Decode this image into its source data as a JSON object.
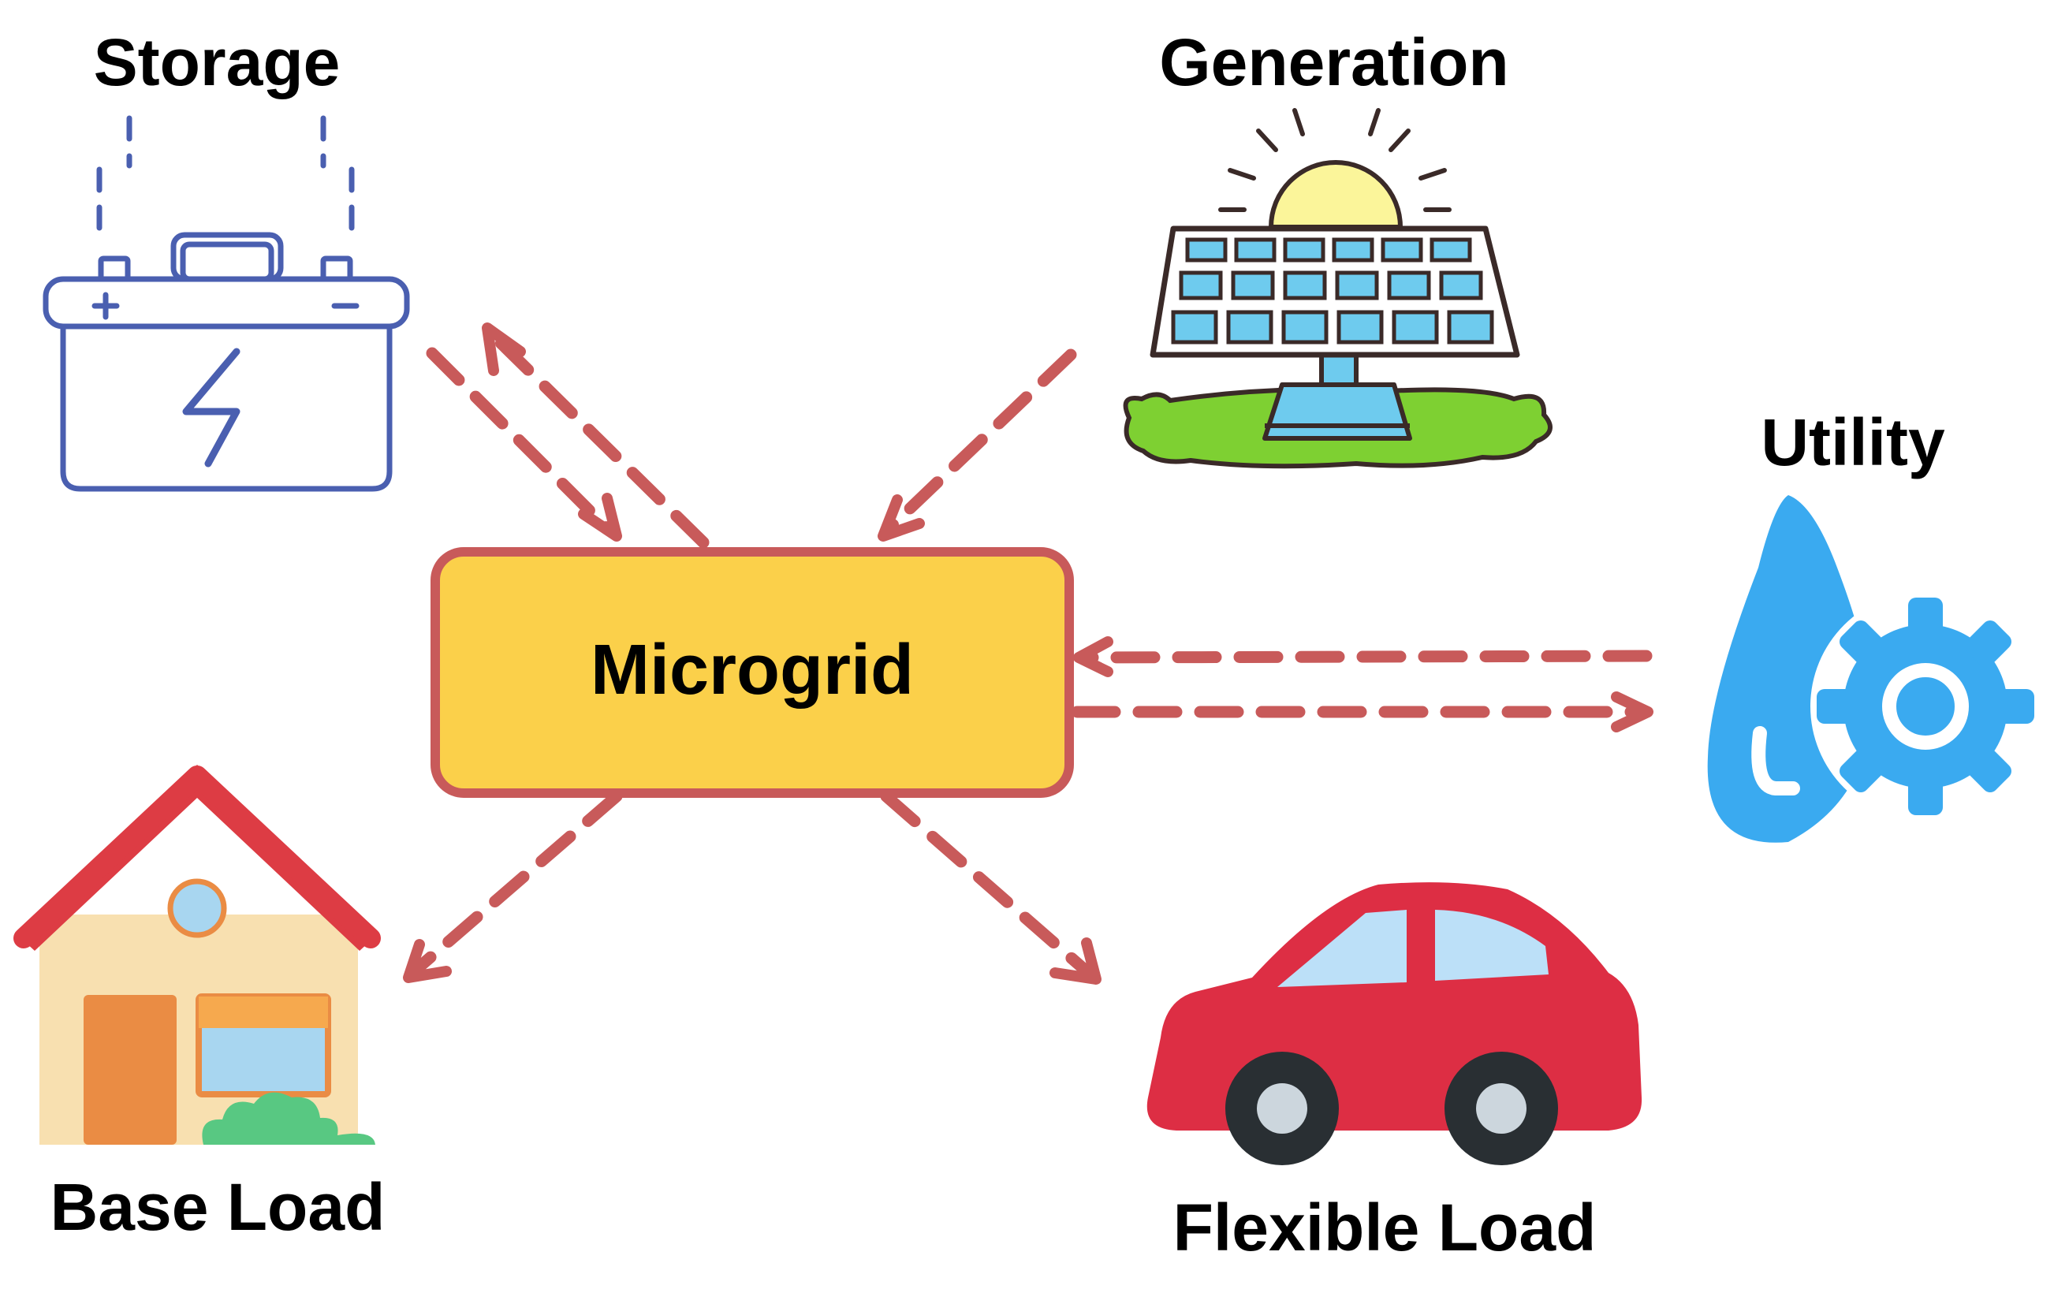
{
  "hub": {
    "label": "Microgrid",
    "fill": "#fbd04a",
    "stroke": "#c85a5a"
  },
  "nodes": {
    "storage": {
      "label": "Storage",
      "icon": "battery-icon"
    },
    "generation": {
      "label": "Generation",
      "icon": "solar-panel-icon"
    },
    "utility": {
      "label": "Utility",
      "icon": "water-drop-gear-icon"
    },
    "base_load": {
      "label": "Base Load",
      "icon": "house-icon"
    },
    "flexible_load": {
      "label": "Flexible Load",
      "icon": "car-icon"
    }
  },
  "edges": [
    {
      "from": "storage",
      "to": "hub"
    },
    {
      "from": "hub",
      "to": "storage"
    },
    {
      "from": "generation",
      "to": "hub"
    },
    {
      "from": "utility",
      "to": "hub"
    },
    {
      "from": "hub",
      "to": "utility"
    },
    {
      "from": "hub",
      "to": "base_load"
    },
    {
      "from": "hub",
      "to": "flexible_load"
    }
  ],
  "colors": {
    "arrow": "#c85a5a",
    "battery": "#4a5fb0",
    "utility": "#3aaaf0",
    "car_body": "#dd2e44",
    "house_roof": "#dd3c44",
    "house_wall": "#f8e0b0"
  }
}
